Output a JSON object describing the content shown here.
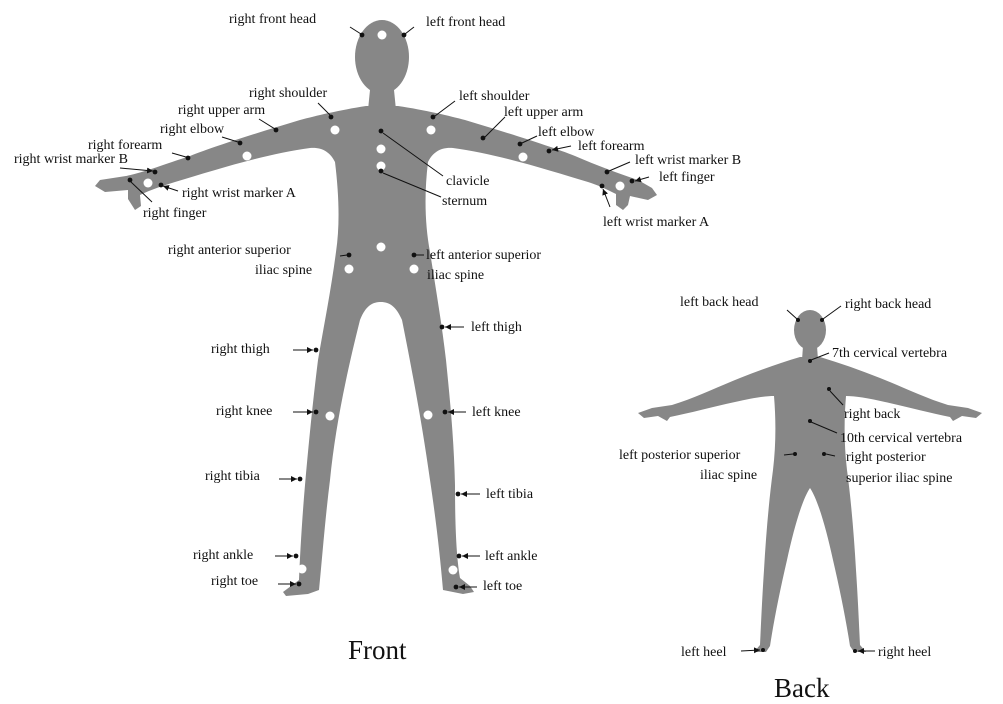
{
  "captions": {
    "front": "Front",
    "back": "Back"
  },
  "front_labels": {
    "right_front_head": "right front head",
    "left_front_head": "left front head",
    "right_shoulder": "right shoulder",
    "left_shoulder": "left shoulder",
    "right_upper_arm": "right upper arm",
    "left_upper_arm": "left upper arm",
    "right_elbow": "right elbow",
    "left_elbow": "left elbow",
    "right_forearm": "right forearm",
    "left_forearm": "left forearm",
    "right_wrist_marker_b": "right wrist marker B",
    "left_wrist_marker_b": "left wrist marker B",
    "right_wrist_marker_a": "right wrist marker A",
    "left_wrist_marker_a": "left wrist marker A",
    "right_finger": "right finger",
    "left_finger": "left finger",
    "clavicle": "clavicle",
    "sternum": "sternum",
    "right_asis_1": "right anterior superior",
    "right_asis_2": "iliac spine",
    "left_asis_1": "left anterior superior",
    "left_asis_2": "iliac spine",
    "right_thigh": "right  thigh",
    "left_thigh": "left thigh",
    "right_knee": "right knee",
    "left_knee": "left knee",
    "right_tibia": "right tibia",
    "left_tibia": "left tibia",
    "right_ankle": "right ankle",
    "left_ankle": "left ankle",
    "right_toe": "right toe",
    "left_toe": "left toe"
  },
  "back_labels": {
    "left_back_head": "left back head",
    "right_back_head": "right back head",
    "c7": "7th cervical vertebra",
    "right_back": "right back",
    "t10": "10th cervical vertebra",
    "left_psis_1": "left posterior superior",
    "left_psis_2": "iliac spine",
    "right_psis_1": "right posterior",
    "right_psis_2": "superior iliac spine",
    "left_heel": "left heel",
    "right_heel": "right heel"
  }
}
